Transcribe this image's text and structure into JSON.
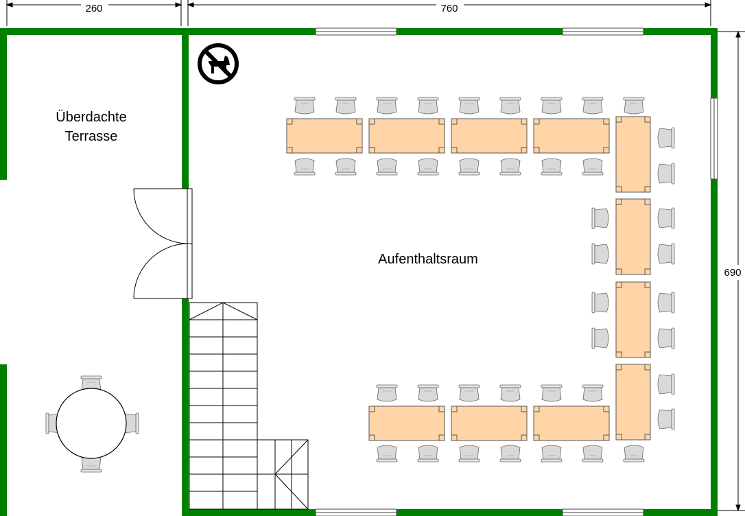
{
  "dimensions": {
    "terrace_width": "260",
    "hall_width": "760",
    "hall_height": "690"
  },
  "rooms": {
    "terrace_line1": "Überdachte",
    "terrace_line2": "Terrasse",
    "hall": "Aufenthaltsraum"
  },
  "icons": {
    "no_dogs": "no-dogs-sign-icon"
  },
  "colors": {
    "wall": "#008000",
    "table_fill": "#ffd5a8",
    "chair_fill": "#d9d9d9",
    "line": "#000000"
  },
  "furniture": {
    "tables_top_row": 4,
    "tables_right_column": 4,
    "tables_bottom_row": 3,
    "round_tables": 1
  }
}
